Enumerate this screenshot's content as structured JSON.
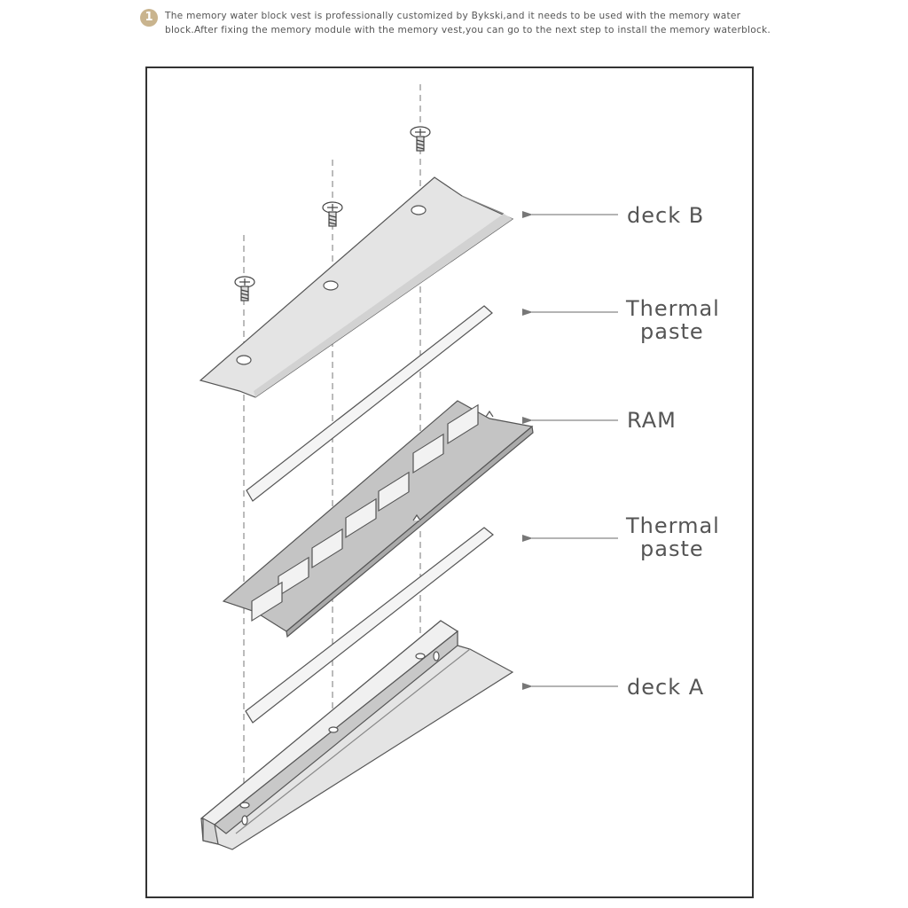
{
  "step": {
    "number": "1",
    "text": "The memory water block vest is professionally customized by Bykski,and it needs to be used with the memory water block.After fixing the memory module with the memory vest,you can go to the next step to install the memory waterblock."
  },
  "labels": {
    "deck_b": "deck B",
    "thermal_top_1": "Thermal",
    "thermal_top_2": "paste",
    "ram": "RAM",
    "thermal_bottom_1": "Thermal",
    "thermal_bottom_2": "paste",
    "deck_a": "deck A"
  },
  "colors": {
    "part_fill": "#e4e4e4",
    "pcb_fill": "#c4c4c4",
    "outline": "#555555",
    "badge": "#c9b48e"
  }
}
